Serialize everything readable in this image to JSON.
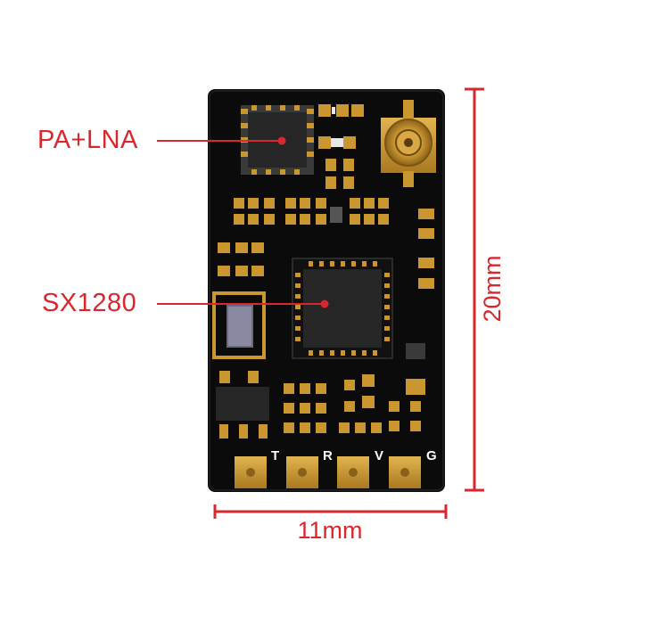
{
  "callouts": {
    "pa_lna": "PA+LNA",
    "sx1280": "SX1280"
  },
  "pins": {
    "t": "T",
    "r": "R",
    "v": "V",
    "g": "G"
  },
  "dimensions": {
    "width": "11mm",
    "height": "20mm"
  },
  "colors": {
    "board": "#0b0b0b",
    "gold": "#c9962f",
    "chip": "#262626",
    "annotation": "#d9272e"
  }
}
